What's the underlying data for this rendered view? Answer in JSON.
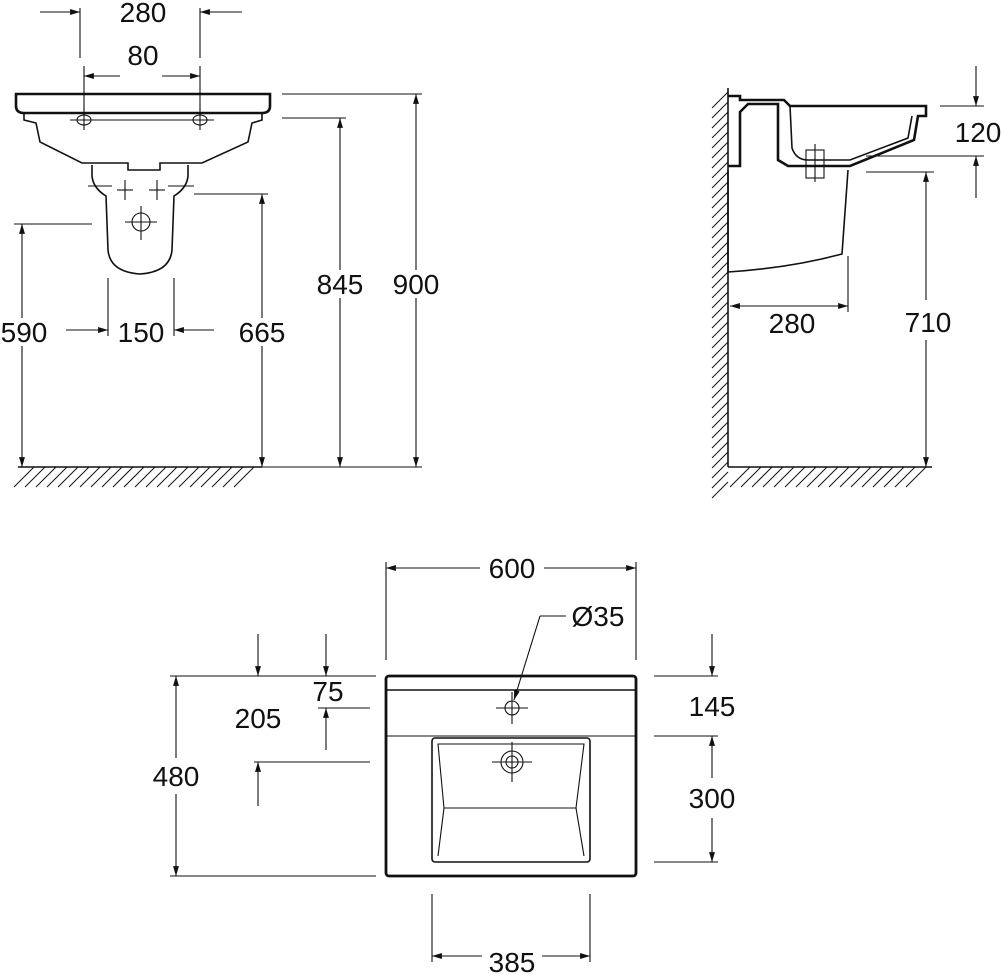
{
  "front_view": {
    "dim_top_width": "280",
    "dim_tap_spacing": "80",
    "dim_left_height": "590",
    "dim_pedestal_width": "150",
    "dim_inner_height": "665",
    "dim_rim_height_a": "845",
    "dim_total_height": "900"
  },
  "side_view": {
    "dim_bowl_depth": "120",
    "dim_projection": "280",
    "dim_bottom_height": "710"
  },
  "top_view": {
    "dim_overall_width": "600",
    "dim_hole_diameter": "Ø35",
    "dim_tap_offset": "75",
    "dim_drain_offset": "205",
    "dim_overall_depth": "480",
    "dim_shelf_depth": "145",
    "dim_bowl_depth": "300",
    "dim_bowl_width": "385"
  },
  "colors": {
    "line": "#111111",
    "background": "#ffffff"
  }
}
